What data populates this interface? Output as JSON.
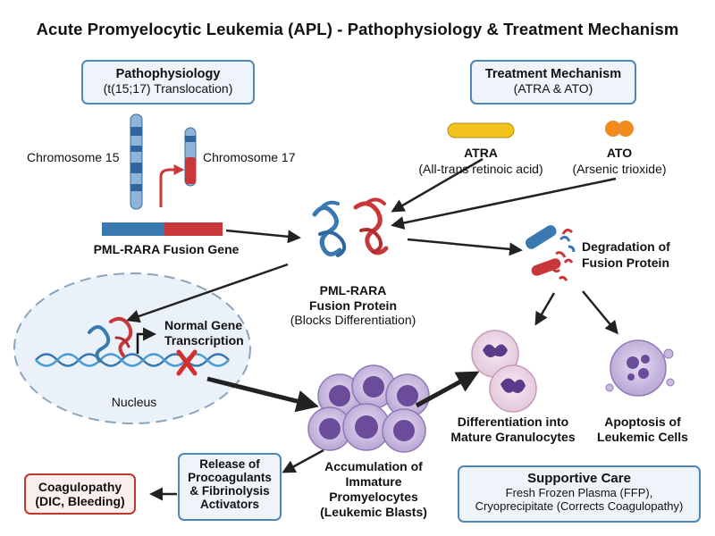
{
  "title": "Acute Promyelocytic Leukemia (APL) - Pathophysiology & Treatment Mechanism",
  "pathophysiology": {
    "heading": "Pathophysiology",
    "sub": "(t(15;17) Translocation)"
  },
  "treatment": {
    "heading": "Treatment Mechanism",
    "sub": "(ATRA & ATO)"
  },
  "chromosome15": "Chromosome 15",
  "chromosome17": "Chromosome 17",
  "fusion_gene": "PML-RARA Fusion Gene",
  "atra": {
    "name": "ATRA",
    "full": "(All-trans retinoic acid)",
    "color": "#f2c31c"
  },
  "ato": {
    "name": "ATO",
    "full": "(Arsenic trioxide)",
    "color": "#f08a1e"
  },
  "fusion_protein": {
    "line1": "PML-RARA",
    "line2": "Fusion Protein",
    "line3": "(Blocks Differentiation)"
  },
  "degradation": {
    "line1": "Degradation of",
    "line2": "Fusion Protein"
  },
  "nucleus": {
    "label": "Nucleus",
    "transcription1": "Normal Gene",
    "transcription2": "Transcription"
  },
  "accumulation": {
    "line1": "Accumulation of",
    "line2": "Immature",
    "line3": "Promyelocytes",
    "line4": "(Leukemic Blasts)"
  },
  "differentiation": {
    "line1": "Differentiation into",
    "line2": "Mature Granulocytes"
  },
  "apoptosis": {
    "line1": "Apoptosis of",
    "line2": "Leukemic Cells"
  },
  "release": {
    "line1": "Release of",
    "line2": "Procoagulants",
    "line3": "& Fibrinolysis",
    "line4": "Activators"
  },
  "coagulopathy": {
    "line1": "Coagulopathy",
    "line2": "(DIC, Bleeding)"
  },
  "supportive": {
    "heading": "Supportive Care",
    "line1": "Fresh Frozen Plasma (FFP),",
    "line2": "Cryoprecipitate (Corrects Coagulopathy)"
  },
  "colors": {
    "blue": "#3a78b0",
    "red": "#c8383a",
    "box_border": "#4f86b8",
    "box_fill": "#eef4fa",
    "coag_border": "#c0392b",
    "coag_fill": "#fbeeee"
  }
}
